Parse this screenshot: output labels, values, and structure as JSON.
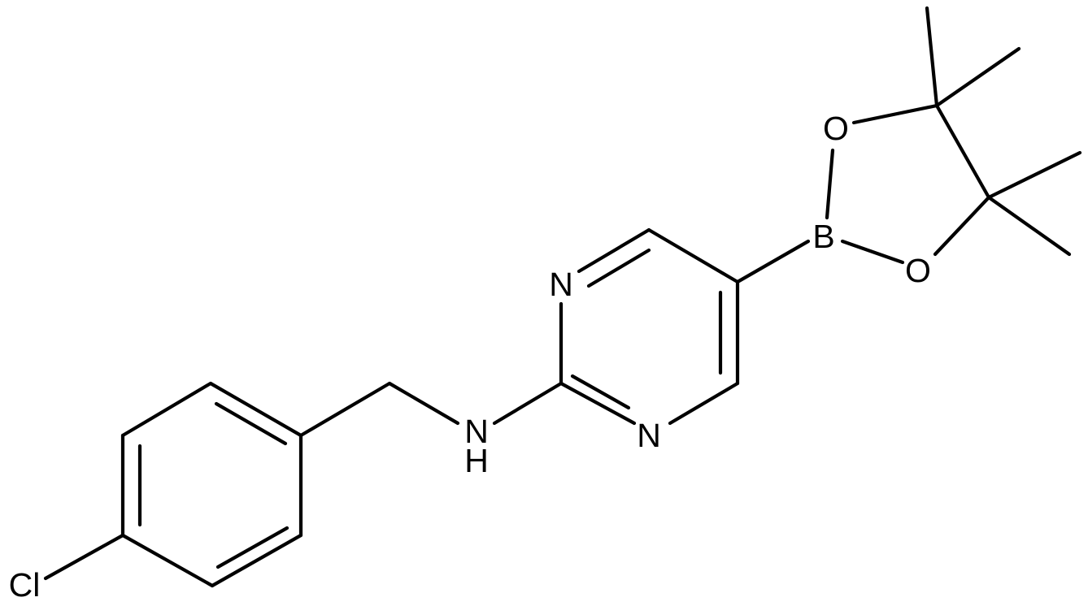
{
  "atoms": {
    "cl": "Cl",
    "n_amine": "N",
    "h_amine": "H",
    "n_ring_top": "N",
    "n_ring_bottom": "N",
    "boron": "B",
    "o_top": "O",
    "o_bottom": "O"
  },
  "colors": {
    "bond": "#000000",
    "label": "#000000",
    "background": "#ffffff"
  }
}
